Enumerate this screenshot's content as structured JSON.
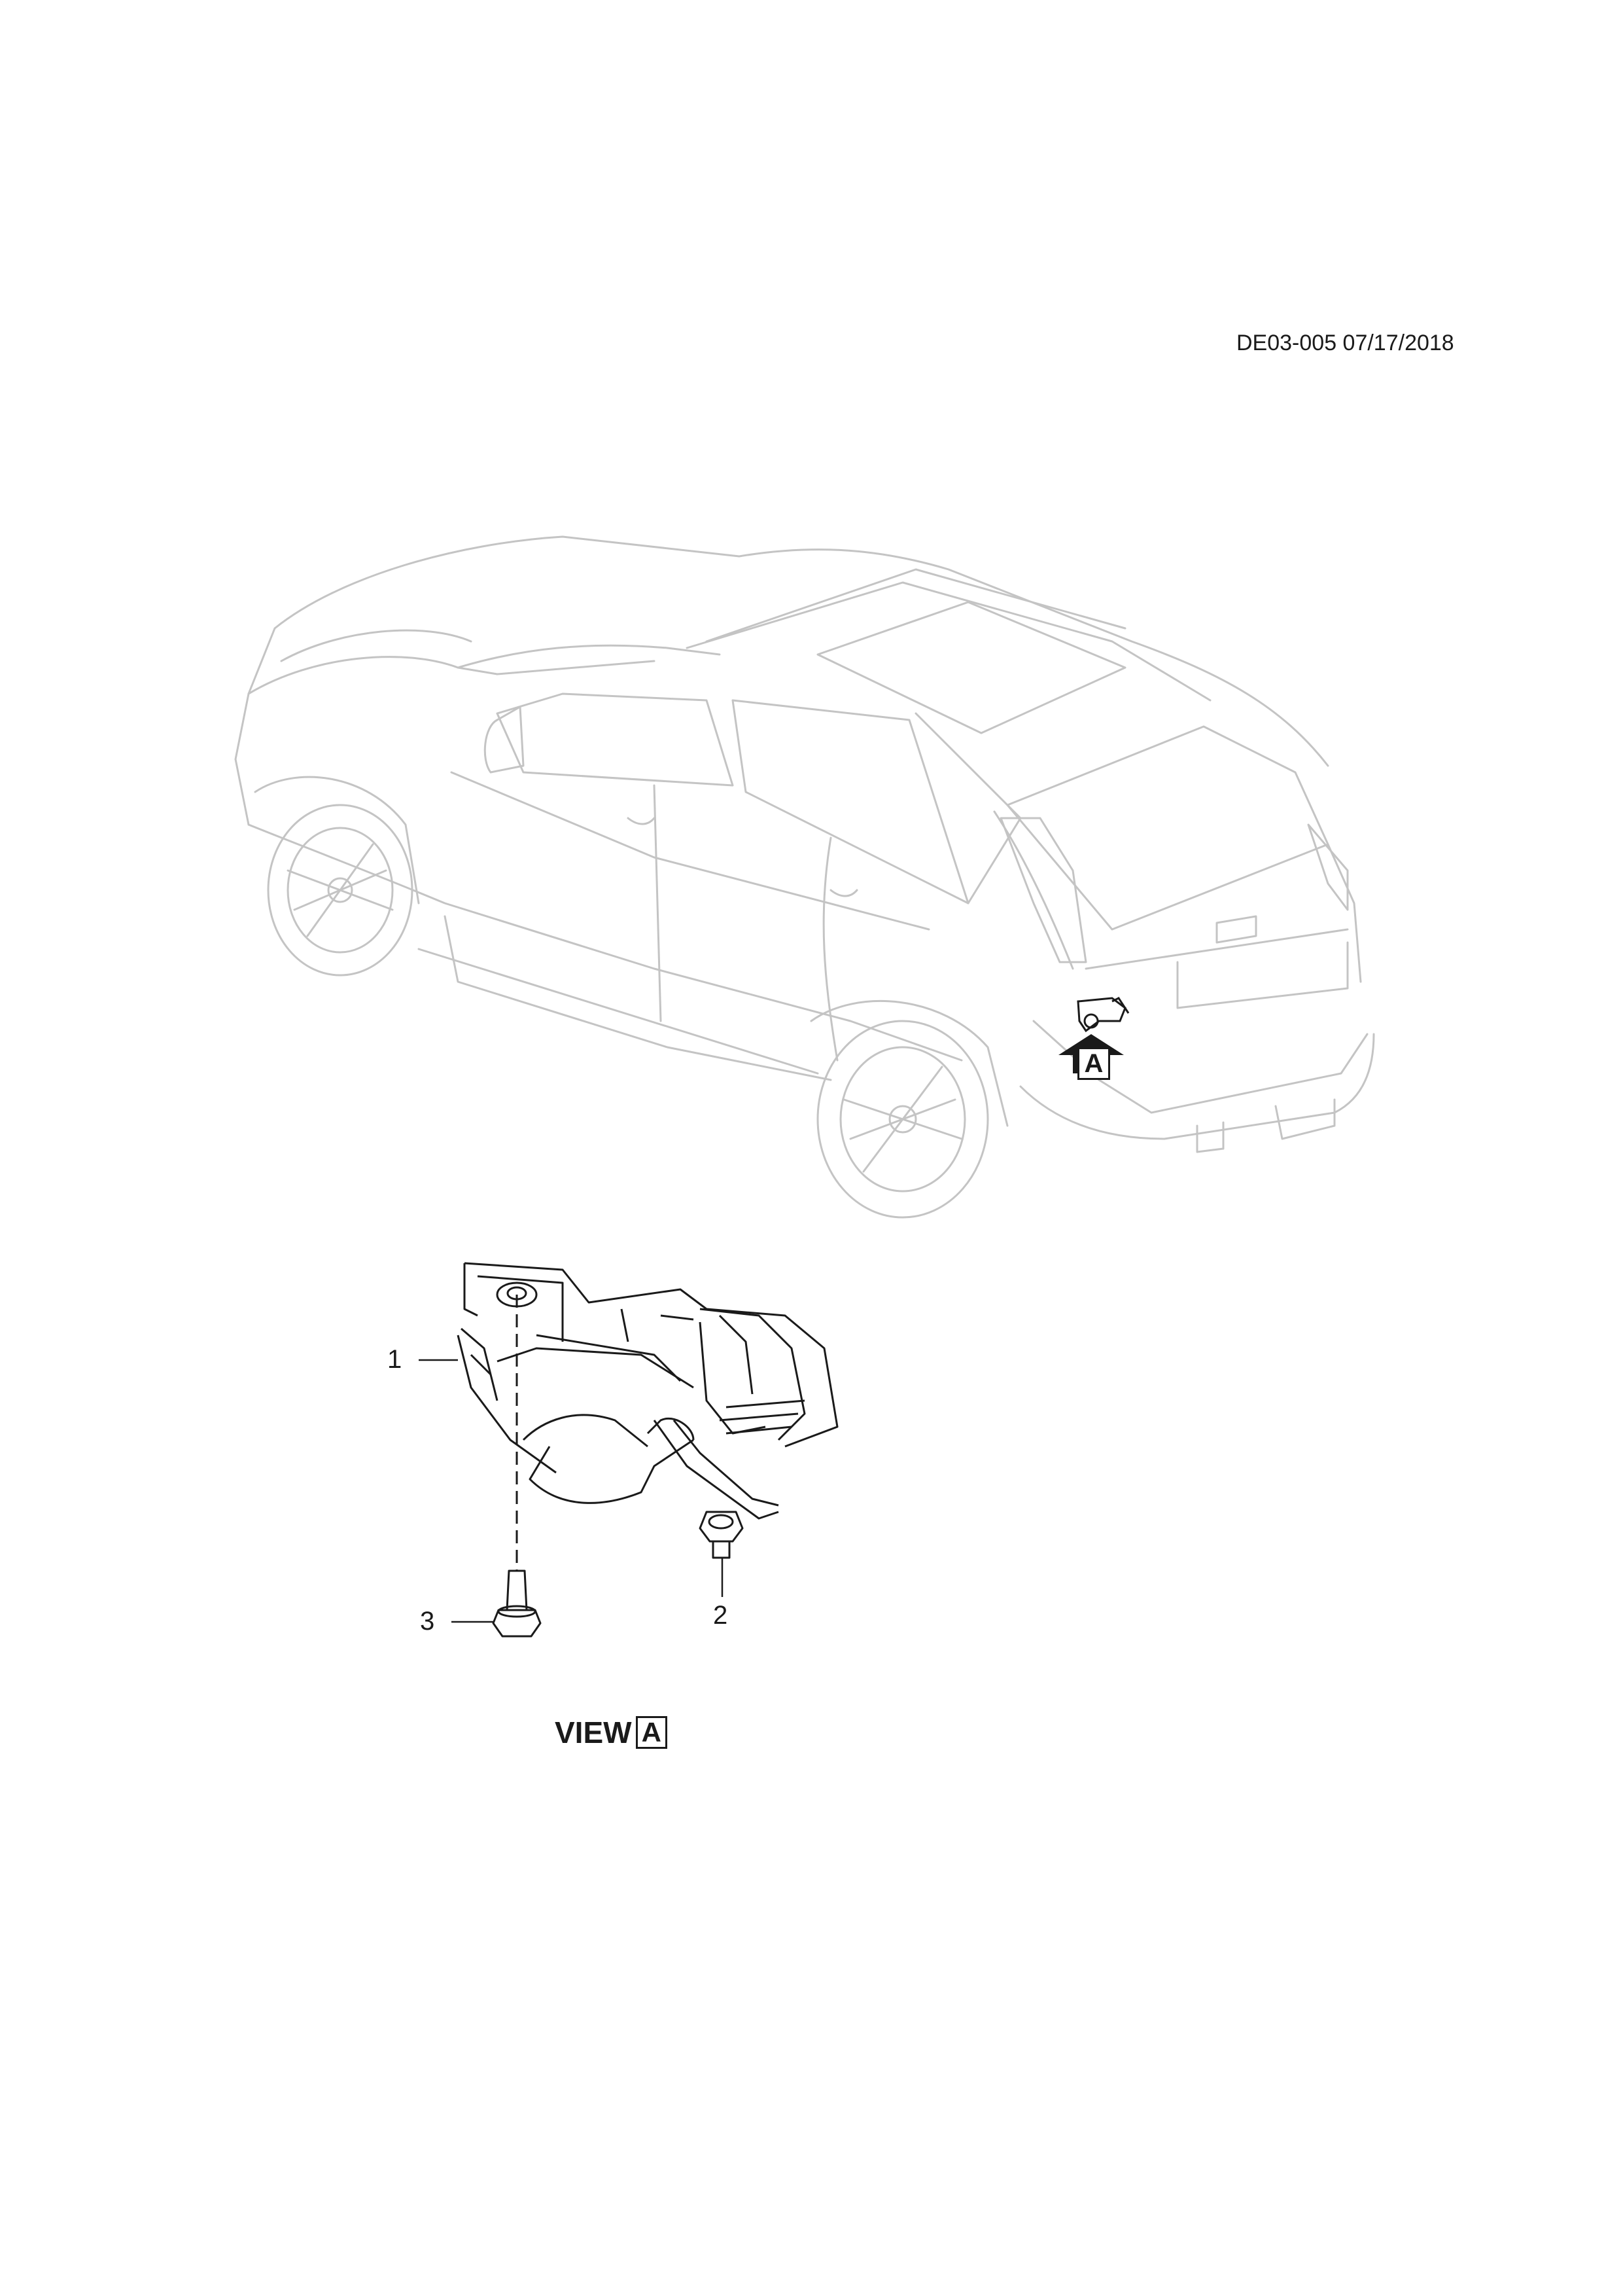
{
  "header": {
    "doc_id": "DE03-005 07/17/2018"
  },
  "vehicle_view": {
    "reference_letter": "A"
  },
  "detail_view": {
    "callouts": [
      {
        "number": "1"
      },
      {
        "number": "2"
      },
      {
        "number": "3"
      }
    ],
    "view_label": "VIEW",
    "view_letter": "A"
  },
  "colors": {
    "vehicle_line": "#c8c8c8",
    "part_line": "#1a1a1a"
  }
}
